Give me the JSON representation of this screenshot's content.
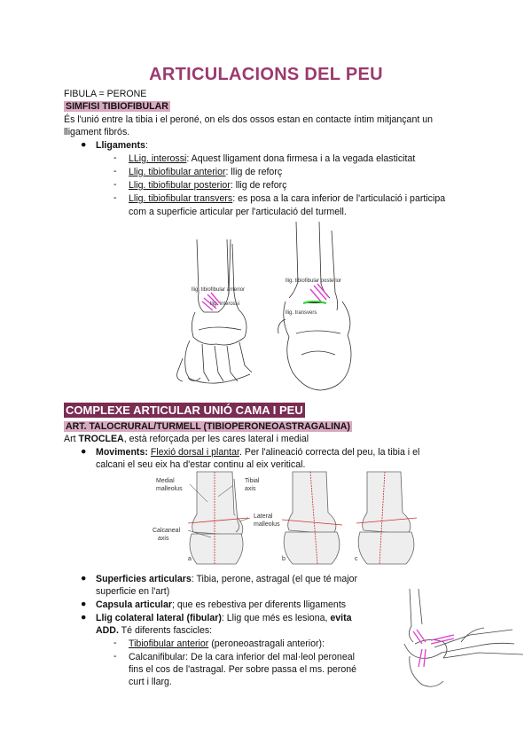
{
  "title": "ARTICULACIONS DEL PEU",
  "fibula_line": "FIBULA = PERONE",
  "section1": {
    "heading": "SIMFISI TIBIOFIBULAR",
    "intro_1": "És l'unió entre la tibia i el peroné, on els dos ossos estan en contacte íntim mitjançant un",
    "intro_2": "lligament fibrós.",
    "ligaments_label": "Lligaments",
    "ligaments": [
      {
        "name": "LLig. interossi",
        "desc": ": Aquest lligament dona firmesa i a la vegada elasticitat"
      },
      {
        "name": "Llig. tibiofibular anterior",
        "desc": ": llig de reforç"
      },
      {
        "name": "Llig. tibiofibular posterior",
        "desc": ": llig de reforç"
      },
      {
        "name": "Llig. tibiofibular transvers",
        "desc": ": es posa a la cara inferior de l'articulació i participa"
      }
    ],
    "transvers_cont": "com a superficie articular per l'articulació del turmell.",
    "figure_labels": {
      "front_1": "llig. tibiofibular anterior",
      "front_2": "llig. interossi",
      "back_1": "llig. tibiofibular posterior",
      "back_2": "llig. transvers"
    }
  },
  "section2": {
    "heading": "COMPLEXE ARTICULAR UNIÓ CAMA I PEU",
    "subheading": "ART. TALOCRURAL/TURMELL (TIBIOPERONEOASTRAGALINA)",
    "troclea_pre": "Art ",
    "troclea_bold": "TROCLEA",
    "troclea_post": ", està reforçada per les cares lateral i medial",
    "moviments_label": "Moviments:",
    "moviments_link": "Flexió dorsal i plantar",
    "moviments_text_1": ". Per l'alineació correcta del peu, la tibia i el",
    "moviments_text_2": "calcani el seu eix ha d'estar continu al eix veritical.",
    "figure_labels": {
      "medial": "Medial",
      "malleolus": "malleolus",
      "tibial": "Tibial",
      "axis": "axis",
      "lateral": "Lateral",
      "lat_malleolus": "malleolus",
      "calcaneal": "Calcaneal",
      "calc_axis": "axis",
      "a": "a",
      "b": "b",
      "c": "c"
    },
    "superficies_label": "Superficies articulars",
    "superficies_text_1": ": Tibia, perone, astragal (el que té major",
    "superficies_text_2": "superficie en l'art)",
    "capsula_label": "Capsula articular",
    "capsula_text": "; que es rebestiva per diferents lligaments",
    "llig_col_label": "Llig colateral lateral (fibular)",
    "llig_col_text": ": Llig que més es lesiona, ",
    "llig_col_bold": "evita",
    "add_bold": "ADD.",
    "add_text": " Té diferents fascicles:",
    "fascicles": [
      {
        "name": "Tibiofibular anterior",
        "desc": " (peroneoastragali anterior):"
      }
    ],
    "calc_1": "Calcanifibular: De la cara inferior del mal·leol peroneal",
    "calc_2": "fins el cos de l'astragal. Per sobre passa el ms. peroné",
    "calc_3": "curt i llarg."
  },
  "colors": {
    "title": "#9b3a6f",
    "highlight": "#d9a9c0",
    "highlight_dark": "#7a2c53",
    "ligament_pink": "#e040d0",
    "ligament_green": "#3ad13a"
  }
}
